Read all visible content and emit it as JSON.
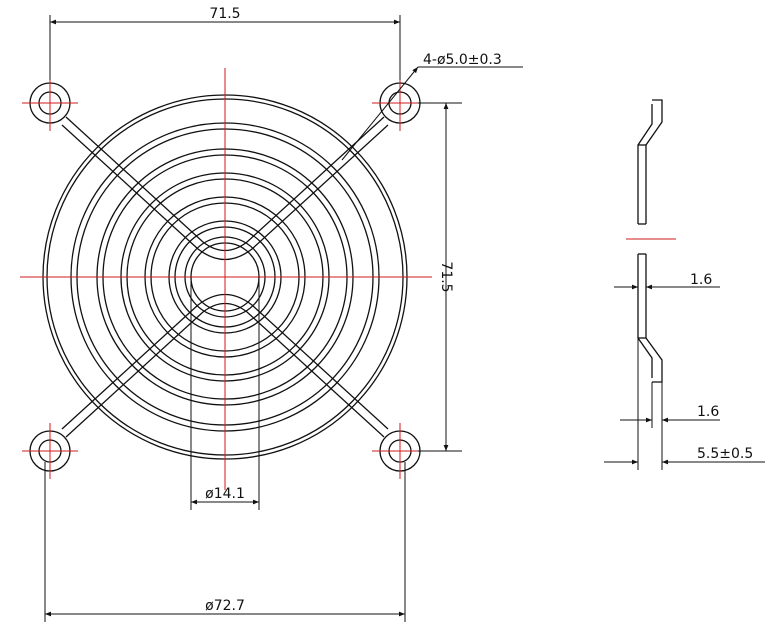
{
  "dimensions": {
    "top_width": "71.5",
    "hole_spec": "4-ø5.0±0.3",
    "right_height": "71.5",
    "center_diameter": "ø14.1",
    "outer_diameter": "ø72.7",
    "side_thickness_1": "1.6",
    "side_thickness_2": "1.6",
    "side_depth": "5.5±0.5"
  },
  "colors": {
    "lines": "#111111",
    "centerlines": "#d21b1b",
    "background": "#ffffff"
  }
}
